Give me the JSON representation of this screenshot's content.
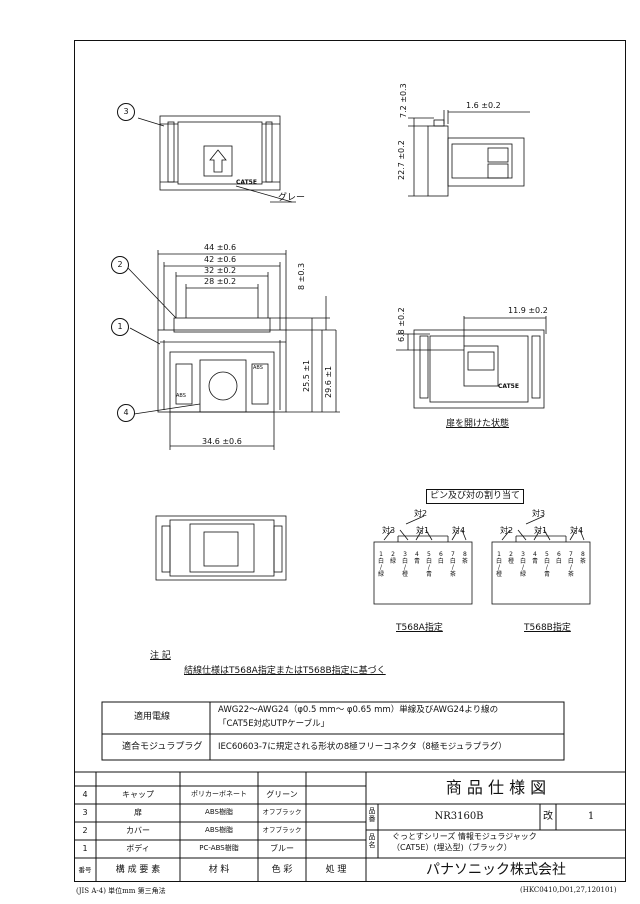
{
  "callouts": [
    "1",
    "2",
    "3",
    "4"
  ],
  "labels": {
    "gray": "グレー",
    "cat5e_front": "CAT5E",
    "cat5e_open": "CAT5E",
    "abs_right": "ABS",
    "abs_left": "ABS",
    "open_state": "扉を開けた状態",
    "pin_title": "ピン及び対の割り当て",
    "t568a": "T568A指定",
    "t568b": "T568B指定"
  },
  "dims": {
    "d44": "44 ±0.6",
    "d42": "42 ±0.6",
    "d32": "32 ±0.2",
    "d28": "28 ±0.2",
    "d8": "8 ±0.3",
    "d255": "25.5 ±1",
    "d296": "29.6 ±1",
    "d346": "34.6 ±0.6",
    "d72": "7.2 ±0.3",
    "d16": "1.6 ±0.2",
    "d227": "22.7 ±0.2",
    "d68": "6.8 ±0.2",
    "d119": "11.9 ±0.2"
  },
  "pairs": {
    "a": {
      "p1": "対1",
      "p2": "対2",
      "p3": "対3",
      "p4": "対4"
    },
    "b": {
      "p1": "対1",
      "p2": "対2",
      "p3": "対3",
      "p4": "対4"
    }
  },
  "pin_numbers": [
    "1",
    "2",
    "3",
    "4",
    "5",
    "6",
    "7",
    "8"
  ],
  "pins_a": [
    "白",
    "緑",
    "白",
    "青",
    "白",
    "白",
    "白",
    "茶"
  ],
  "pins_a2": [
    "/",
    "",
    "/",
    "",
    "/",
    "",
    "/",
    ""
  ],
  "pins_a3": [
    "緑",
    "",
    "橙",
    "",
    "青",
    "",
    "茶",
    ""
  ],
  "pins_b": [
    "白",
    "橙",
    "白",
    "青",
    "白",
    "白",
    "白",
    "茶"
  ],
  "pins_b3": [
    "橙",
    "",
    "緑",
    "",
    "青",
    "",
    "茶",
    ""
  ],
  "notes": {
    "heading": "注 記",
    "text": "結線仕様はT568A指定またはT568B指定に基づく"
  },
  "spec": {
    "row1_label": "適用電線",
    "row1_value_line1": "AWG22～AWG24（φ0.5 mm～ φ0.65 mm）単線及びAWG24より線の",
    "row1_value_line2": "「CAT5E対応UTPケーブル」",
    "row2_label": "適合モジュラプラグ",
    "row2_value": "IEC60603-7に規定される形状の8極フリーコネクタ（8極モジュラプラグ）"
  },
  "parts": {
    "rows": [
      {
        "no": "4",
        "name": "キャップ",
        "material": "ポリカーボネート",
        "color": "グリーン"
      },
      {
        "no": "3",
        "name": "扉",
        "material": "ABS樹脂",
        "color": "オフブラック"
      },
      {
        "no": "2",
        "name": "カバー",
        "material": "ABS樹脂",
        "color": "オフブラック"
      },
      {
        "no": "1",
        "name": "ボディ",
        "material": "PC-ABS樹脂",
        "color": "ブルー"
      }
    ],
    "header": {
      "no": "番号",
      "name": "構 成 要 素",
      "material": "材 料",
      "color": "色 彩",
      "process": "処 理"
    }
  },
  "title_block": {
    "title": "商 品 仕 様 図",
    "part_label": "品番",
    "part_no": "NR3160B",
    "rev_label": "改",
    "rev": "1",
    "name_label": "品名",
    "name_line1": "ぐっとすシリーズ 情報モジュラジャック",
    "name_line2": "（CAT5E）(埋込型)（ブラック）",
    "company": "パナソニック株式会社"
  },
  "footer": {
    "left": "(JIS A-4) 単位mm 第三角法",
    "right": "(HKC0410,D01,27,120101)"
  }
}
